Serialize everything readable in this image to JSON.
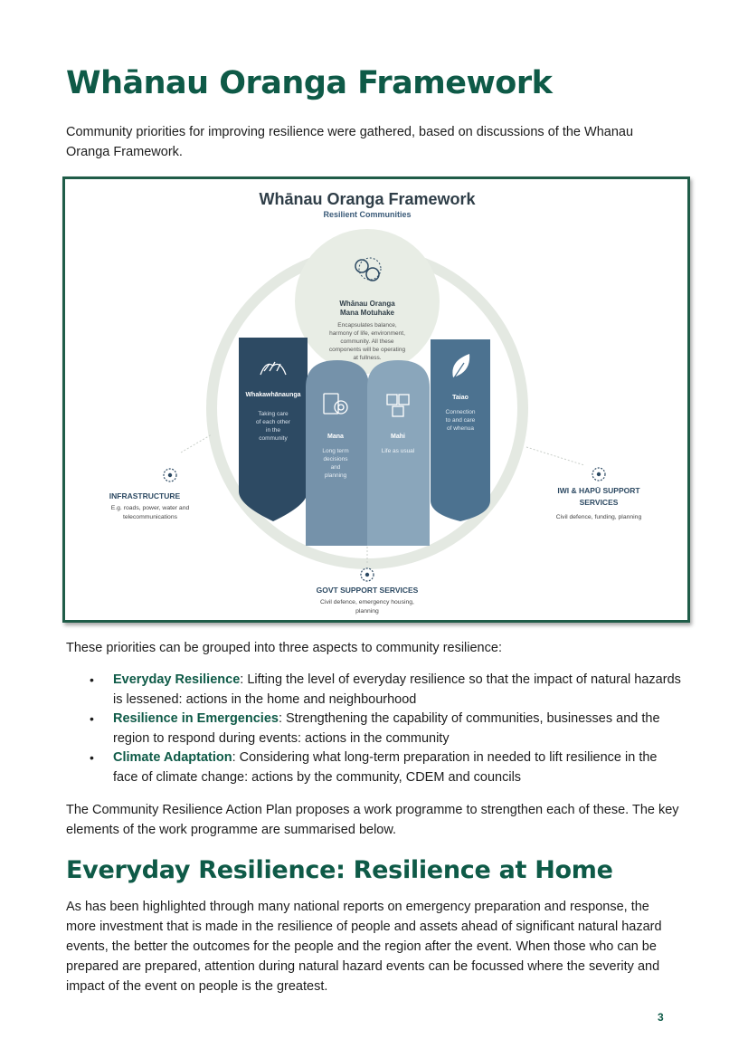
{
  "title": "Whānau Oranga Framework",
  "intro": "Community priorities for improving resilience were gathered, based on discussions of the Whanau Oranga Framework.",
  "figure": {
    "title": "Whānau Oranga Framework",
    "subtitle": "Resilient Communities",
    "centre": {
      "heading_line1": "Whānau Oranga",
      "heading_line2": "Mana Motuhake",
      "desc": [
        "Encapsulates balance,",
        "harmony of life, environment,",
        "community. All these",
        "components will be operating",
        "at fullness."
      ]
    },
    "pillars": [
      {
        "label": "Whakawhānaunga",
        "desc": [
          "Taking care",
          "of each other",
          "in the",
          "community"
        ],
        "icon": "hands-icon",
        "color": "#2d4a63"
      },
      {
        "label": "Mana",
        "desc": [
          "Long term",
          "decisions",
          "and",
          "planning"
        ],
        "icon": "target-icon",
        "color": "#7592aa"
      },
      {
        "label": "Mahi",
        "desc": [
          "Life as usual"
        ],
        "icon": "puzzle-icon",
        "color": "#8aa6bb"
      },
      {
        "label": "Taiao",
        "desc": [
          "Connection",
          "to and care",
          "of whenua"
        ],
        "icon": "leaf-icon",
        "color": "#4c7290"
      }
    ],
    "supports": [
      {
        "label": "INFRASTRUCTURE",
        "desc": [
          "E.g. roads, power, water and",
          "telecommunications"
        ]
      },
      {
        "label_line1": "IWI & HAPŪ SUPPORT",
        "label_line2": "SERVICES",
        "desc": [
          "Civil defence, funding, planning"
        ]
      },
      {
        "label": "GOVT SUPPORT SERVICES",
        "desc": [
          "Civil defence, emergency housing,",
          "planning"
        ]
      }
    ]
  },
  "grouped_intro": "These priorities can be grouped into three aspects to community resilience:",
  "aspects": [
    {
      "term": "Everyday Resilience",
      "text": ": Lifting the level of everyday resilience so that the impact of natural hazards is lessened: actions in the home and neighbourhood"
    },
    {
      "term": "Resilience in Emergencies",
      "text": ": Strengthening the capability of communities, businesses and the region to respond during events: actions in the community"
    },
    {
      "term": "Climate Adaptation",
      "text": ": Considering what long-term preparation in needed to lift resilience in the face of climate change: actions by the community, CDEM and councils"
    }
  ],
  "plan_text": "The Community Resilience Action Plan proposes a work programme to strengthen each of these. The key elements of the work programme are summarised below.",
  "section_heading": "Everyday Resilience: Resilience at Home",
  "section_body": "As has been highlighted through many national reports on emergency preparation and response, the more investment that is made in the resilience of people and assets ahead of significant natural hazard events, the better the outcomes for the people and the region after the event.  When those who can be prepared are prepared, attention during natural hazard events can be focussed where the severity and impact of the event on people is the greatest.",
  "page_number": "3",
  "colors": {
    "heading": "#0e5a47",
    "frame": "#1f5c48",
    "ring": "#e3e8e1"
  }
}
